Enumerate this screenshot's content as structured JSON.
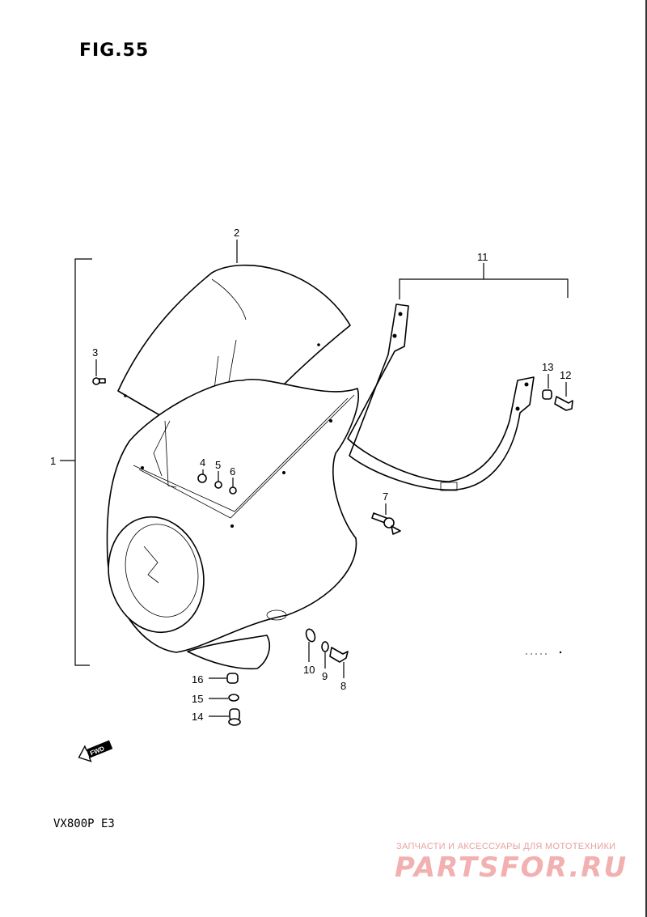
{
  "figure": {
    "title": "FIG.55",
    "model": "VX800P  E3"
  },
  "callouts": {
    "c1": "1",
    "c2": "2",
    "c3": "3",
    "c4": "4",
    "c5": "5",
    "c6": "6",
    "c7": "7",
    "c8": "8",
    "c9": "9",
    "c10": "10",
    "c11": "11",
    "c12": "12",
    "c13": "13",
    "c14": "14",
    "c15": "15",
    "c16": "16"
  },
  "fwd_label": "FWD",
  "watermark": {
    "tagline": "ЗАПЧАСТИ И АКСЕССУАРЫ ДЛЯ МОТОТЕХНИКИ",
    "logo": "PARTSFOR.RU"
  }
}
